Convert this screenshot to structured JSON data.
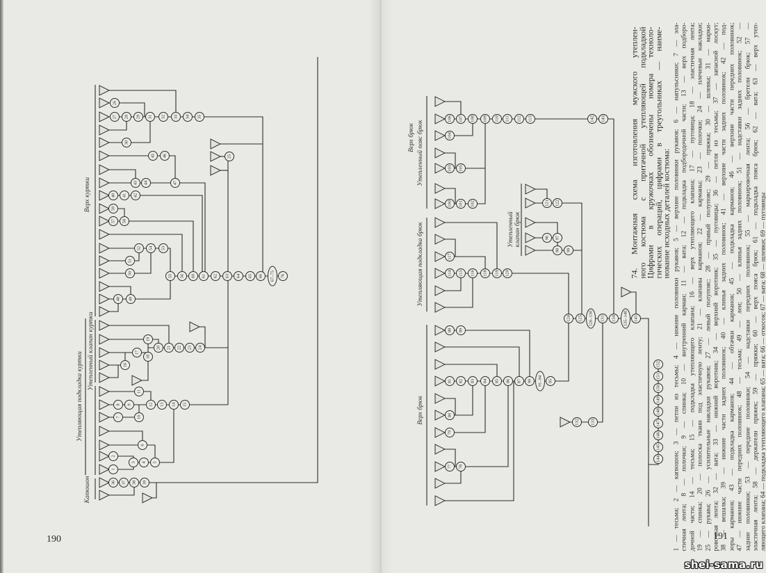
{
  "pages": {
    "left_number": "190",
    "right_number": "191"
  },
  "watermark": "shei-sama.ru",
  "left_diagram": {
    "section_labels": {
      "top": "Верх куртки",
      "flap": "Утепленный клапан куртки",
      "lining": "Утепляющая подкладка куртки",
      "hood": "Капюшон"
    },
    "operations": [
      "26",
      "27",
      "28",
      "29",
      "31",
      "32",
      "33",
      "34",
      "35",
      "30",
      "45",
      "46",
      "43",
      "44",
      "47",
      "40",
      "41",
      "42",
      "59",
      "57",
      "58",
      "52",
      "54",
      "53",
      "51",
      "50",
      "48",
      "49",
      "55",
      "56",
      "60",
      "61",
      "62",
      "63",
      "64",
      "65",
      "66",
      "67–75",
      "76",
      "25",
      "19",
      "17",
      "18",
      "16",
      "20",
      "21",
      "22",
      "23",
      "24",
      "11",
      "8",
      "9",
      "7",
      "10",
      "12",
      "13",
      "14",
      "15",
      "6",
      "2",
      "1",
      "3",
      "4",
      "5",
      "36",
      "37",
      "38",
      "39"
    ]
  },
  "right_diagram": {
    "section_labels": {
      "top": "Верх брюк",
      "belt": "Утепленный пояс брюк",
      "lining": "Утепляющая подкладка брюк",
      "flap_1": "Утепленный",
      "flap_2": "клапан брюк",
      "bottom": "Верх брюк"
    },
    "operations": [
      "106",
      "107",
      "108",
      "109",
      "110",
      "111",
      "112",
      "113",
      "142",
      "143",
      "104",
      "103",
      "105",
      "100",
      "101",
      "102",
      "114",
      "115",
      "116",
      "118",
      "119",
      "120",
      "117",
      "88",
      "89",
      "81",
      "82",
      "83",
      "84",
      "85",
      "86",
      "87",
      "90",
      "91–94",
      "95",
      "80",
      "79",
      "77",
      "78",
      "121",
      "122",
      "96",
      "97",
      "98",
      "99",
      "124",
      "125",
      "126–130",
      "131",
      "134",
      "135–140",
      "141",
      "132",
      "133",
      "144",
      "145",
      "146",
      "147",
      "148",
      "149",
      "150",
      "151",
      "152"
    ]
  },
  "caption": {
    "title_lines": [
      "74. Монтажная схема изготовления мужского утеплен-",
      "ного костюма с притачной утепляющей подкладкой",
      "Цифрами в кружочках обозначены номера техноло-",
      "гических операций, цифрами в треугольниках — наиме-",
      "нование исходных деталей костюма:"
    ],
    "legend_lines": [
      "1 — тесьма; 2 — капюшон; 3 — петли из тесьмы; 4 — нижние половинки рукавов; 5 — верхние половинки рукавов; 6 — напульсники; 7 — эла-",
      "стичная лента; 8 — полочки; 9 — спинка; 10 — внутренний карман; 11 — вата; 12 — подкладка подбородочной части; 13 — верх подборо-",
      "дочной части; 14 — тесьма; 15 — подкладка утепляющего клапана; 16 — верх утепляющего клапана; 17 — пуговица; 18 — эластичная лента;",
      "19 — спинка; 20 — полоска ткани под эластичную ленту; 21 — клапаны карманов; 22 — карманы; 23 — полочки; 24 — плечевые накладки;",
      "25 — рукава; 26 — усилительные накладки рукавов; 27 — левый полупояс; 28 — правый полупояс; 29 — пряжка; 30 — шлевка; 31 — марки-",
      "ровочная лента; 32 — вата; 33 — нижний воротник; 34 — верхний воротник; 35 — пуговицы; 36 — петля из тесьмы; 37 — запасной лоскут;",
      "38 — вешалка; 39 — нижние части задних половинок; 40 — клинья задних половинок; 41 — верхние части задних половинок; 42 — под-",
      "зоры карманов; 43 — подкладка карманов; 44 — обтачки карманов; 45 — подкладка карманов; 46 — верхние части передних половинок;",
      "47 — нижние части передних половинок; 48 — тесьма; 49 — леи; 50 — клинья задних половинок; 51 — надставки задних половинок; 52 —",
      "задние половинки; 53 — передние половинки; 54 — надставки передних половинок; 55 — маркировочная лента; 56 — бретели брюк; 57 —",
      "эластичная лента; 58 — держатели пряжек; 59 — пряжки; 60 — верх пояса брюк; 61 — подкладка пояса брюк; 62 — вата; 63 — верх утеп-",
      "ляющего клапана; 64 — подкладка утепляющего клапана; 65 — вата; 66 — откосок; 67 — вата; 68 — шлевки; 69 — пуговицы"
    ]
  }
}
